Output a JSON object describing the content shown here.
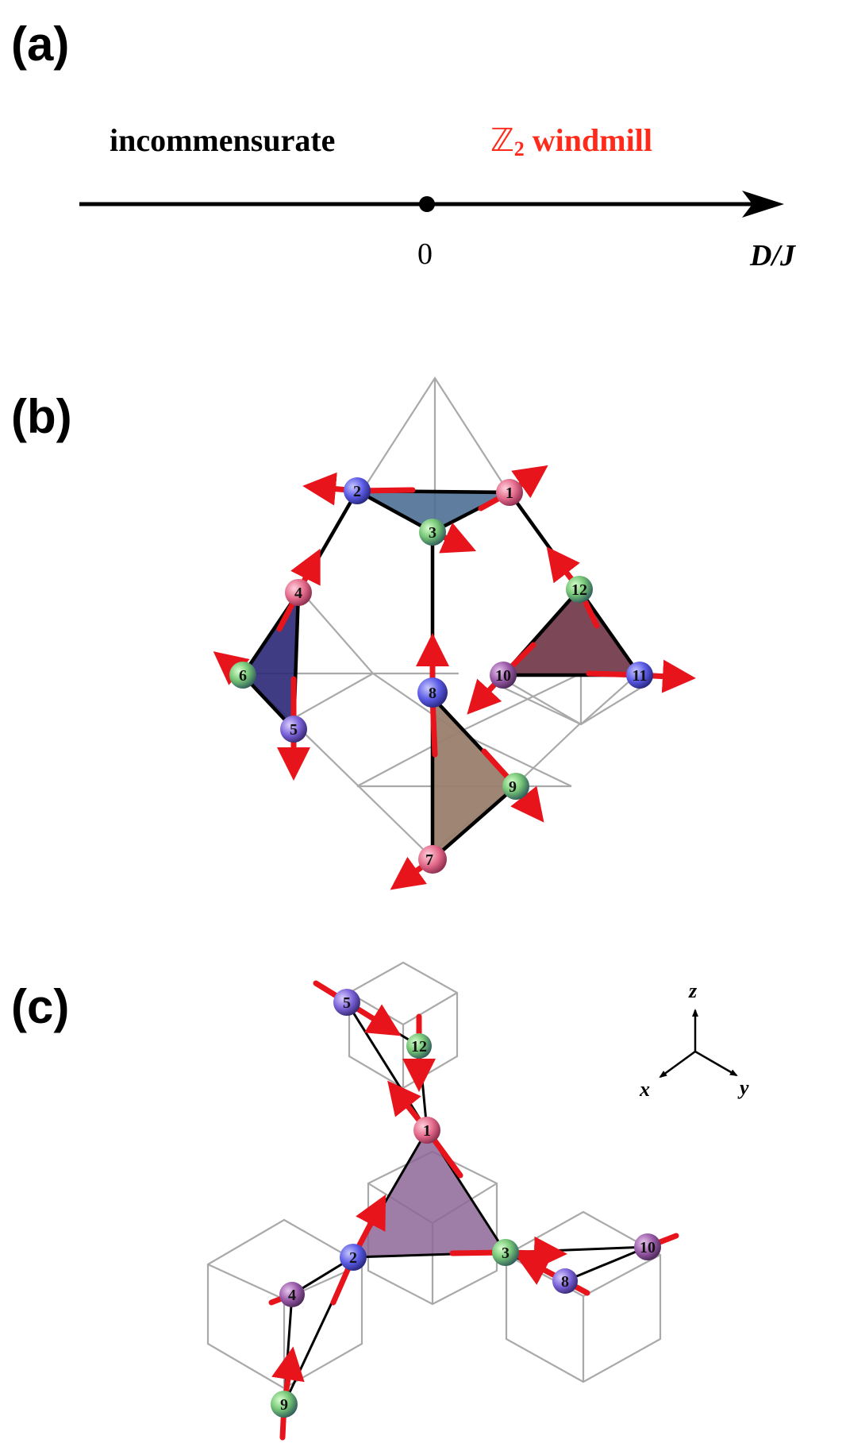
{
  "panels": {
    "a": {
      "label": "(a)",
      "left_phase": "incommensurate",
      "right_phase_symbol": "ℤ",
      "right_phase_subscript": "2",
      "right_phase_word": "windmill",
      "tick_zero": "0",
      "axis_label": "D/J",
      "colors": {
        "right_phase": "#ff2a1a",
        "axis": "#000000"
      }
    },
    "b": {
      "label": "(b)",
      "sites": [
        "1",
        "2",
        "3",
        "4",
        "5",
        "6",
        "7",
        "8",
        "9",
        "10",
        "11",
        "12"
      ]
    },
    "c": {
      "label": "(c)",
      "sites": [
        "1",
        "2",
        "3",
        "4",
        "5",
        "8",
        "9",
        "10",
        "12"
      ],
      "axes": {
        "z": "z",
        "x": "x",
        "y": "y"
      }
    }
  },
  "colors": {
    "spin_arrow": "#e8141c",
    "triangle_blue": "#4e6f95",
    "triangle_navy": "#2f2b78",
    "triangle_maroon": "#6e3446",
    "triangle_tan": "#9a7e6c",
    "triangle_purple": "#8d6698"
  }
}
